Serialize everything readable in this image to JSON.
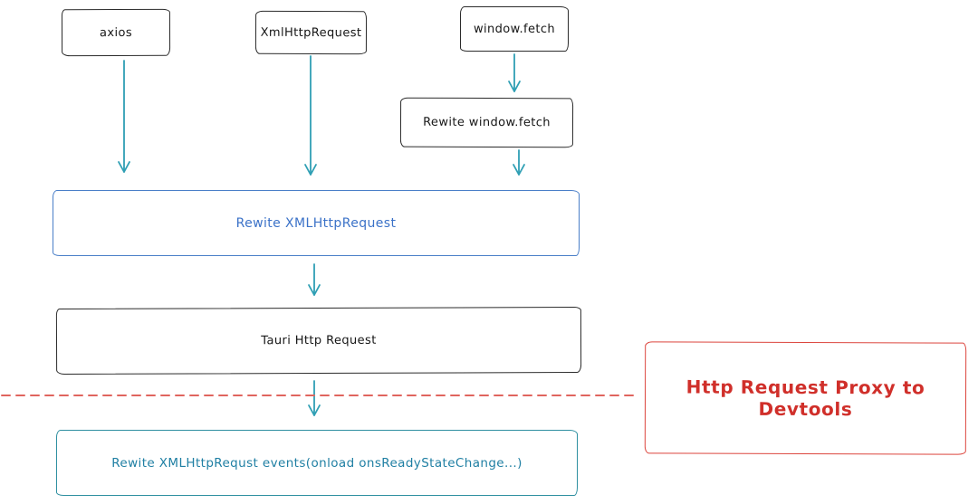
{
  "diagram": {
    "type": "flowchart",
    "background": "#ffffff",
    "nodes": {
      "axios": {
        "label": "axios",
        "style": "black"
      },
      "xml_http_request": {
        "label": "XmlHttpRequest",
        "style": "black"
      },
      "window_fetch": {
        "label": "window.fetch",
        "style": "black"
      },
      "rewrite_window_fetch": {
        "label": "Rewite window.fetch",
        "style": "black"
      },
      "rewrite_xml_http_request": {
        "label": "Rewite XMLHttpRequest",
        "style": "blue"
      },
      "tauri_http_request": {
        "label": "Tauri Http Request",
        "style": "black"
      },
      "http_request_proxy_to_devtools": {
        "label": "Http Request Proxy to Devtools",
        "style": "red"
      },
      "rewrite_xhr_events": {
        "label": "Rewite XMLHttpRequst events(onload onsReadyStateChange...)",
        "style": "teal"
      }
    },
    "edges": [
      {
        "from": "axios",
        "to": "rewrite_xml_http_request",
        "type": "arrow",
        "color": "#2f9fb4"
      },
      {
        "from": "xml_http_request",
        "to": "rewrite_xml_http_request",
        "type": "arrow",
        "color": "#2f9fb4"
      },
      {
        "from": "window_fetch",
        "to": "rewrite_window_fetch",
        "type": "arrow",
        "color": "#2f9fb4"
      },
      {
        "from": "rewrite_window_fetch",
        "to": "rewrite_xml_http_request",
        "type": "arrow",
        "color": "#2f9fb4"
      },
      {
        "from": "rewrite_xml_http_request",
        "to": "tauri_http_request",
        "type": "arrow",
        "color": "#2f9fb4"
      },
      {
        "from": "tauri_http_request",
        "to": "rewrite_xhr_events",
        "type": "arrow",
        "color": "#2f9fb4"
      },
      {
        "from": "left-edge",
        "to": "http_request_proxy_to_devtools",
        "type": "dashed-line",
        "color": "#e0655e"
      }
    ],
    "colors": {
      "black_stroke": "#2b2b2b",
      "blue_stroke": "#4a7fc8",
      "teal_stroke": "#2e8fa0",
      "teal_arrow": "#2f9fb4",
      "red_stroke": "#dc453d",
      "red_text": "#d02f2a",
      "red_dash": "#e0655e",
      "background": "#ffffff"
    }
  }
}
